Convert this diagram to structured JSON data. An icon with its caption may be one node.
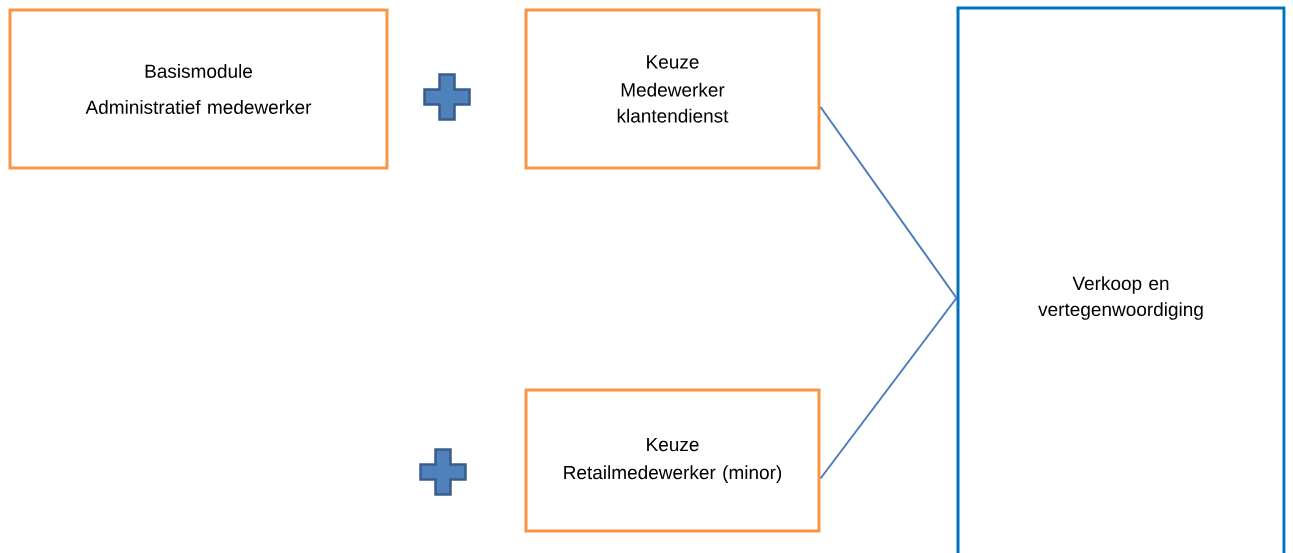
{
  "diagram": {
    "nodes": [
      {
        "text": [
          "Basismodule",
          "Administratief medewerker"
        ]
      },
      {
        "text": [
          "Keuze",
          "Medewerker klantendienst"
        ]
      },
      {
        "text": [
          "Keuze",
          "Retailmedewerker (minor)"
        ]
      },
      {
        "text": [
          "Verkoop en vertegenwoordiging"
        ]
      }
    ],
    "edges": [
      {
        "from": 1,
        "to": 3,
        "arrow": "none"
      },
      {
        "from": 2,
        "to": 3,
        "arrow": "none"
      }
    ]
  }
}
